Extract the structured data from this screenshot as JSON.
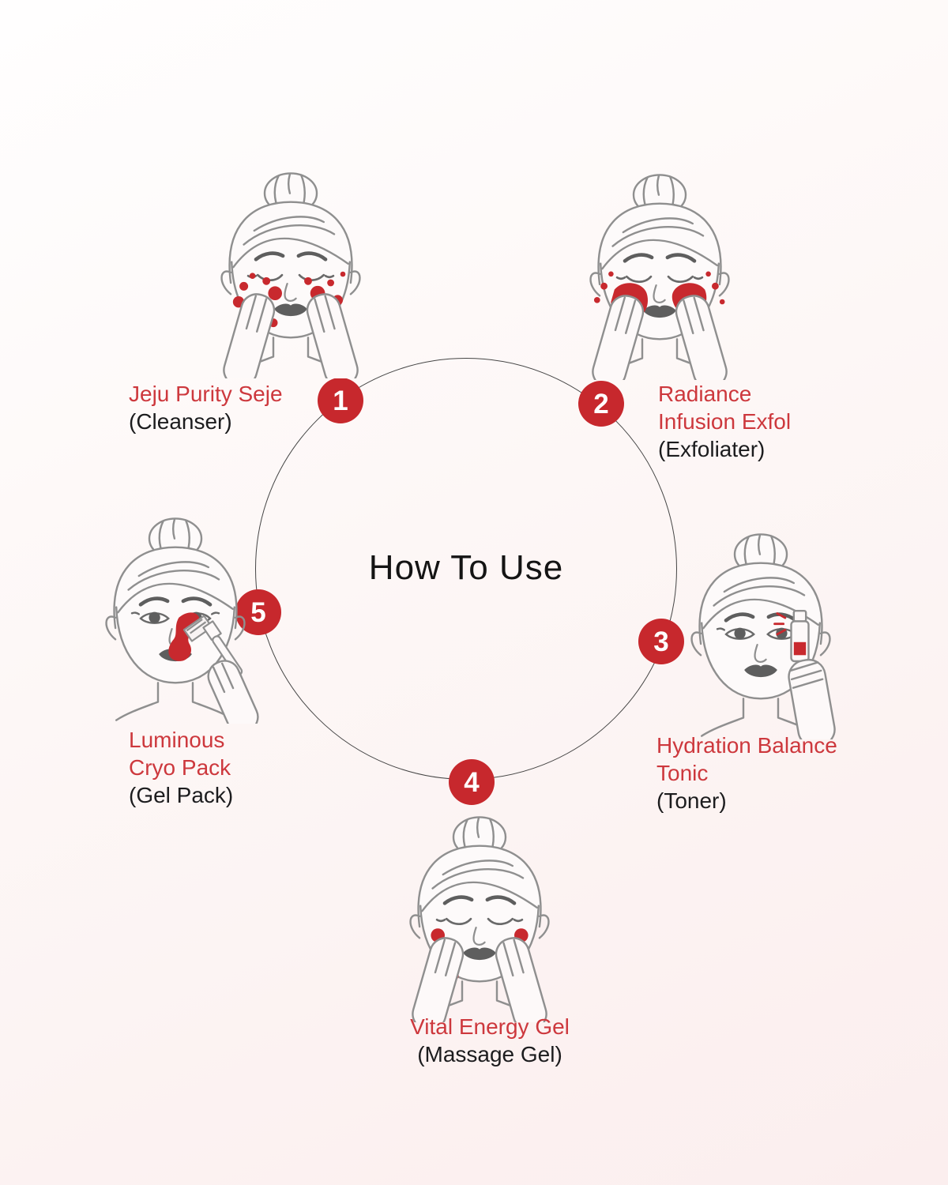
{
  "title": "How To Use",
  "steps": [
    {
      "number": "1",
      "product": "Jeju Purity Seje",
      "type": "(Cleanser)",
      "illustration": "woman-cleansing-face-with-foam"
    },
    {
      "number": "2",
      "product": "Radiance Infusion Exfol",
      "type": "(Exfoliater)",
      "illustration": "woman-wiping-face-with-pads"
    },
    {
      "number": "3",
      "product": "Hydration Balance Tonic",
      "type": "(Toner)",
      "illustration": "woman-spraying-toner-on-cheek"
    },
    {
      "number": "4",
      "product": "Vital Energy Gel",
      "type": "(Massage Gel)",
      "illustration": "woman-massaging-gel-on-cheeks"
    },
    {
      "number": "5",
      "product": "Luminous Cryo Pack",
      "type": "(Gel Pack)",
      "illustration": "woman-applying-gel-pack-with-brush"
    }
  ],
  "colors": {
    "badge_red": "#C7282D",
    "text_red": "#CD383D",
    "text_dark": "#1c1c1e",
    "line_gray": "#8f8f8f",
    "background_top": "#FFFEFE",
    "background_bottom": "#FBEEEE"
  }
}
